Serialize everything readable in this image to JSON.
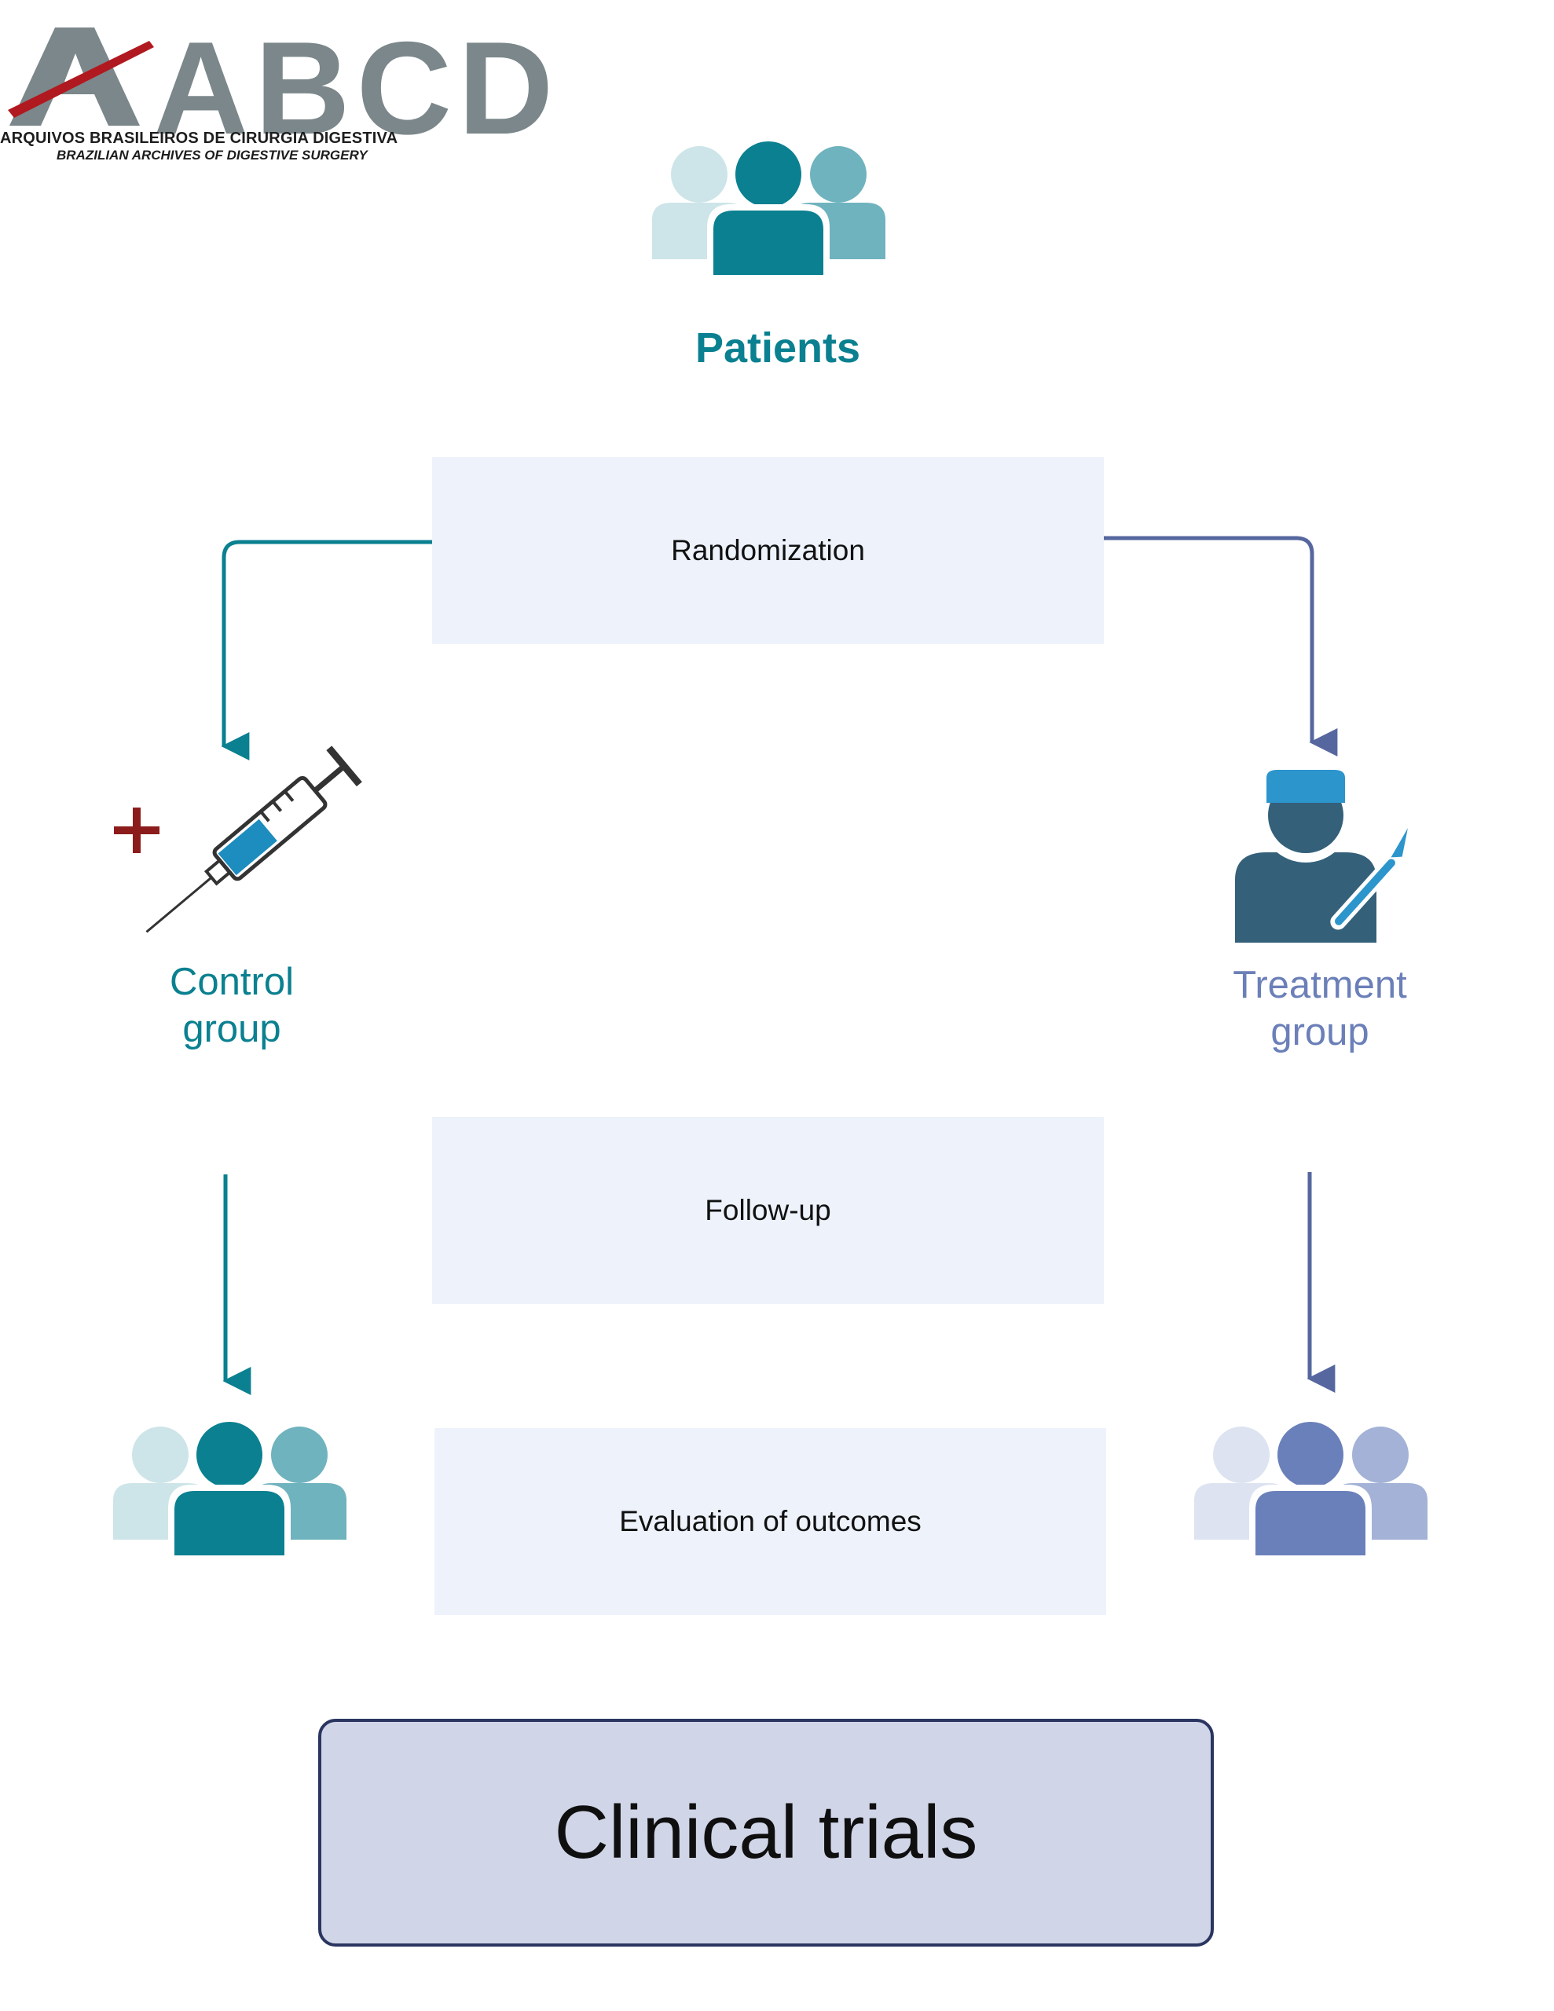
{
  "logo": {
    "letters": "ABCD",
    "subtitle": "ARQUIVOS BRASILEIROS DE CIRURGIA DIGESTIVA",
    "subtitle_en": "BRAZILIAN ARCHIVES OF DIGESTIVE SURGERY"
  },
  "nodes": {
    "patients": "Patients",
    "randomization": "Randomization",
    "control_line1": "Control",
    "control_line2": "group",
    "treatment_line1": "Treatment",
    "treatment_line2": "group",
    "follow_up": "Follow-up",
    "evaluation": "Evaluation of outcomes",
    "footer": "Clinical trials"
  },
  "icons": {
    "patients": "people-group-icon",
    "control": "syringe-icon",
    "cross": "plus-icon",
    "treatment": "surgeon-scalpel-icon",
    "control_outcome": "people-group-icon",
    "treatment_outcome": "people-group-icon"
  },
  "colors": {
    "teal": "#0a8090",
    "slate_blue": "#56679f",
    "box_fill": "#edf2fb",
    "footer_fill": "#d0d5e8",
    "logo_red": "#b0191f",
    "logo_gray": "#7b878a"
  }
}
